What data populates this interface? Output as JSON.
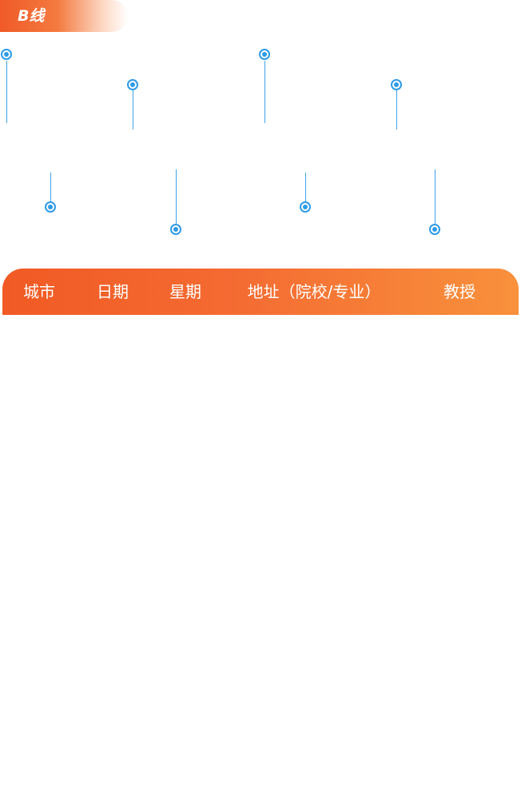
{
  "line_tag": {
    "label": "B线"
  },
  "colors": {
    "accent_orange": "#f15a24",
    "accent_orange_light": "#f8913c",
    "timeline_blue": "#2e9be8"
  },
  "timeline": {
    "top_nodes": 4,
    "bottom_nodes": 4
  },
  "table": {
    "columns": [
      "城市",
      "日期",
      "星期",
      "地址（院校/专业）",
      "教授"
    ]
  }
}
